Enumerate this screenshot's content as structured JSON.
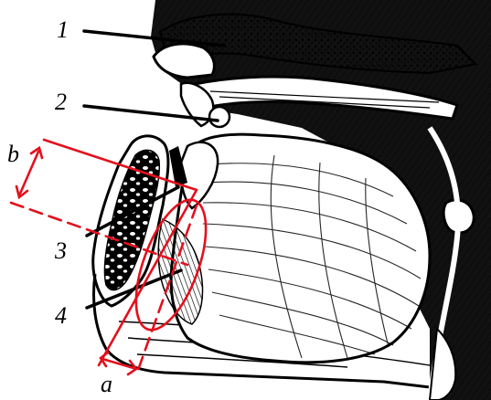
{
  "labels": {
    "n1": "1",
    "n2": "2",
    "n3": "3",
    "n4": "4",
    "dim_b": "b",
    "dim_a": "a"
  },
  "colors": {
    "ink": "#000000",
    "annotation": "#e3101d",
    "paper": "#ffffff"
  }
}
